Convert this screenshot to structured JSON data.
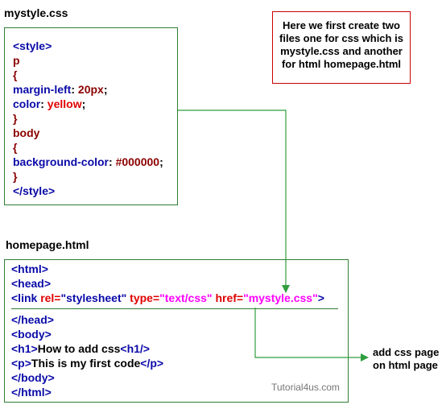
{
  "css_file": {
    "title": "mystyle.css",
    "lines": [
      [
        {
          "t": "<style>",
          "c": "blue"
        }
      ],
      [
        {
          "t": "p",
          "c": "maroon"
        }
      ],
      [
        {
          "t": "{",
          "c": "maroon"
        }
      ],
      [
        {
          "t": "margin-left",
          "c": "blue"
        },
        {
          "t": ": ",
          "c": "black"
        },
        {
          "t": "20px",
          "c": "maroon"
        },
        {
          "t": ";",
          "c": "black"
        }
      ],
      [
        {
          "t": "color",
          "c": "blue"
        },
        {
          "t": ": ",
          "c": "black"
        },
        {
          "t": "yellow",
          "c": "red"
        },
        {
          "t": ";",
          "c": "black"
        }
      ],
      [
        {
          "t": "}",
          "c": "maroon"
        }
      ],
      [
        {
          "t": "body",
          "c": "maroon"
        }
      ],
      [
        {
          "t": "{",
          "c": "maroon"
        }
      ],
      [
        {
          "t": "background-color",
          "c": "blue"
        },
        {
          "t": ": ",
          "c": "black"
        },
        {
          "t": "#000000",
          "c": "maroon"
        },
        {
          "t": ";",
          "c": "black"
        }
      ],
      [
        {
          "t": "}",
          "c": "maroon"
        }
      ],
      [
        {
          "t": "</style>",
          "c": "blue"
        }
      ]
    ]
  },
  "html_file": {
    "title": "homepage.html",
    "lines_top": [
      [
        {
          "t": "<html>",
          "c": "blue"
        }
      ],
      [
        {
          "t": "<head>",
          "c": "blue"
        }
      ],
      [
        {
          "t": "<link ",
          "c": "blue"
        },
        {
          "t": "rel=",
          "c": "red"
        },
        {
          "t": "\"stylesheet\" ",
          "c": "blue"
        },
        {
          "t": "type=",
          "c": "red"
        },
        {
          "t": "\"text/css\" ",
          "c": "pink"
        },
        {
          "t": "href=",
          "c": "red"
        },
        {
          "t": "\"mystyle.css\"",
          "c": "pink"
        },
        {
          "t": ">",
          "c": "blue"
        }
      ]
    ],
    "lines_bottom": [
      [
        {
          "t": "</head>",
          "c": "blue"
        }
      ],
      [
        {
          "t": "<body>",
          "c": "blue"
        }
      ],
      [
        {
          "t": "<h1>",
          "c": "blue"
        },
        {
          "t": "How to add css",
          "c": "black"
        },
        {
          "t": "<h1/>",
          "c": "blue"
        }
      ],
      [
        {
          "t": "<p>",
          "c": "blue"
        },
        {
          "t": "This is my first code",
          "c": "black"
        },
        {
          "t": "</p>",
          "c": "blue"
        }
      ],
      [
        {
          "t": "</body>",
          "c": "blue"
        }
      ],
      [
        {
          "t": "</html>",
          "c": "blue"
        }
      ]
    ]
  },
  "note": "Here we first create two files one for css which is mystyle.css and another for html homepage.html",
  "arrow_label": "add css page\non html page",
  "watermark": "Tutorial4us.com",
  "colors": {
    "blue": "#0a0aa8",
    "red": "#e00000",
    "maroon": "#8b0000",
    "pink": "#ff00ff",
    "arrow": "#2e9e3e",
    "box_border": "#2e7d32",
    "note_border": "#cc0000"
  }
}
